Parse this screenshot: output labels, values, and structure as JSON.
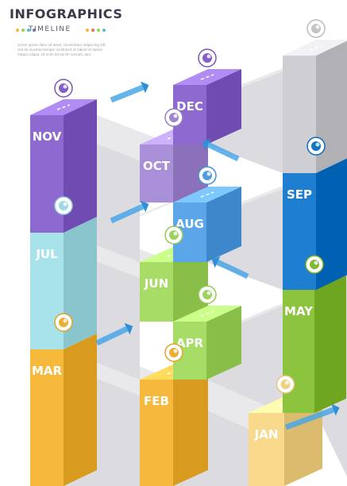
{
  "header": {
    "title": "INFOGRAPHICS",
    "subtitle": "TIMELINE",
    "description": "Lorem ipsum dolor sit amet, consectetur adipiscing elit, sed do eiusmod tempor incididunt ut labore et dolore magna aliqua. Ut enim ad minim veniam, quis",
    "dot_colors": [
      "#f4b63f",
      "#9ad04e",
      "#4fc3d6",
      "#7a6fc7",
      "#f4b63f",
      "#ef6c5a",
      "#9ad04e",
      "#4fc3d6"
    ]
  },
  "months": [
    {
      "label": "JAN",
      "color": "#f9d98c",
      "icon": "chat-idea-icon"
    },
    {
      "label": "FEB",
      "color": "#f6b93b",
      "icon": "donut-chart-magnifier-icon"
    },
    {
      "label": "MAR",
      "color": "#f6b93b",
      "icon": "team-network-icon"
    },
    {
      "label": "APR",
      "color": "#a7dd66",
      "icon": "presentation-board-icon"
    },
    {
      "label": "MAY",
      "color": "#8cc43e",
      "icon": "globe-settings-icon"
    },
    {
      "label": "JUN",
      "color": "#a7dd66",
      "icon": "map-location-icon"
    },
    {
      "label": "JUL",
      "color": "#a8e3ec",
      "icon": "paper-plane-icon"
    },
    {
      "label": "AUG",
      "color": "#5aa6e8",
      "icon": "pie-chart-pencil-icon"
    },
    {
      "label": "SEP",
      "color": "#1e7fd0",
      "icon": "folder-documents-icon"
    },
    {
      "label": "OCT",
      "color": "#a88fd8",
      "icon": "map-pin-magnifier-icon"
    },
    {
      "label": "NOV",
      "color": "#8e6ad0",
      "icon": "clipboard-checklist-icon"
    },
    {
      "label": "DEC",
      "color": "#8e6ad0",
      "icon": "money-hand-icon"
    },
    {
      "label": "",
      "color": "#cfcfd3",
      "icon": "target-arrow-icon"
    }
  ]
}
